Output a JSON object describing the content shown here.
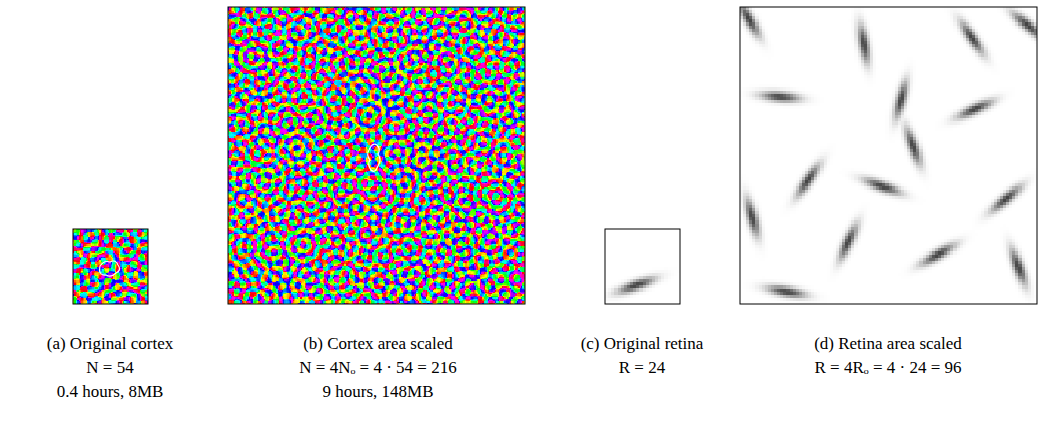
{
  "diagram": {
    "labels": [
      "(a) Original cortex",
      "N = 54",
      "0.4 hours, 8MB",
      "(b) Cortex area scaled",
      "N = 4Nₒ = 4 · 54 = 216",
      "9 hours, 148MB",
      "(c) Original retina",
      "R = 24",
      "(d) Retina area scaled",
      "R = 4Rₒ = 4 · 24 = 96"
    ]
  }
}
